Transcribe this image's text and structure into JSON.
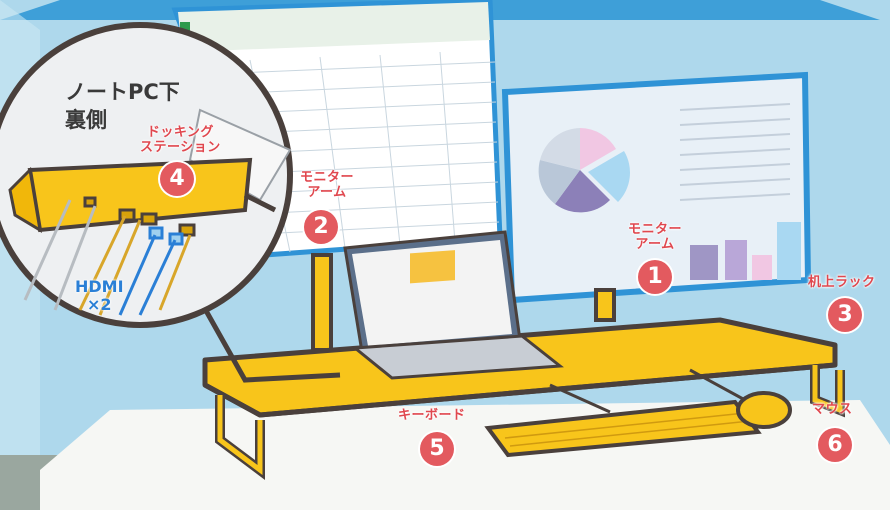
{
  "colors": {
    "wall": "#aed8ec",
    "floor": "#9aa79f",
    "desk": "#f6f7f4",
    "rack": "#f8c51b",
    "outline": "#4a403c",
    "accent_red": "#e35a5f",
    "hdmi_blue": "#2a7fd6"
  },
  "callouts": {
    "laptop_underside": "ノートPC下\n裏側",
    "docking_station": "ドッキング\nステーション",
    "hdmi": "HDMI\n×2",
    "monitor_arm_left": "モニター\nアーム",
    "monitor_arm_right": "モニター\nアーム",
    "desk_rack": "机上ラック",
    "keyboard": "キーボード",
    "mouse": "マウス"
  },
  "numbers": {
    "n1": "1",
    "n2": "2",
    "n3": "3",
    "n4": "4",
    "n5": "5",
    "n6": "6"
  }
}
